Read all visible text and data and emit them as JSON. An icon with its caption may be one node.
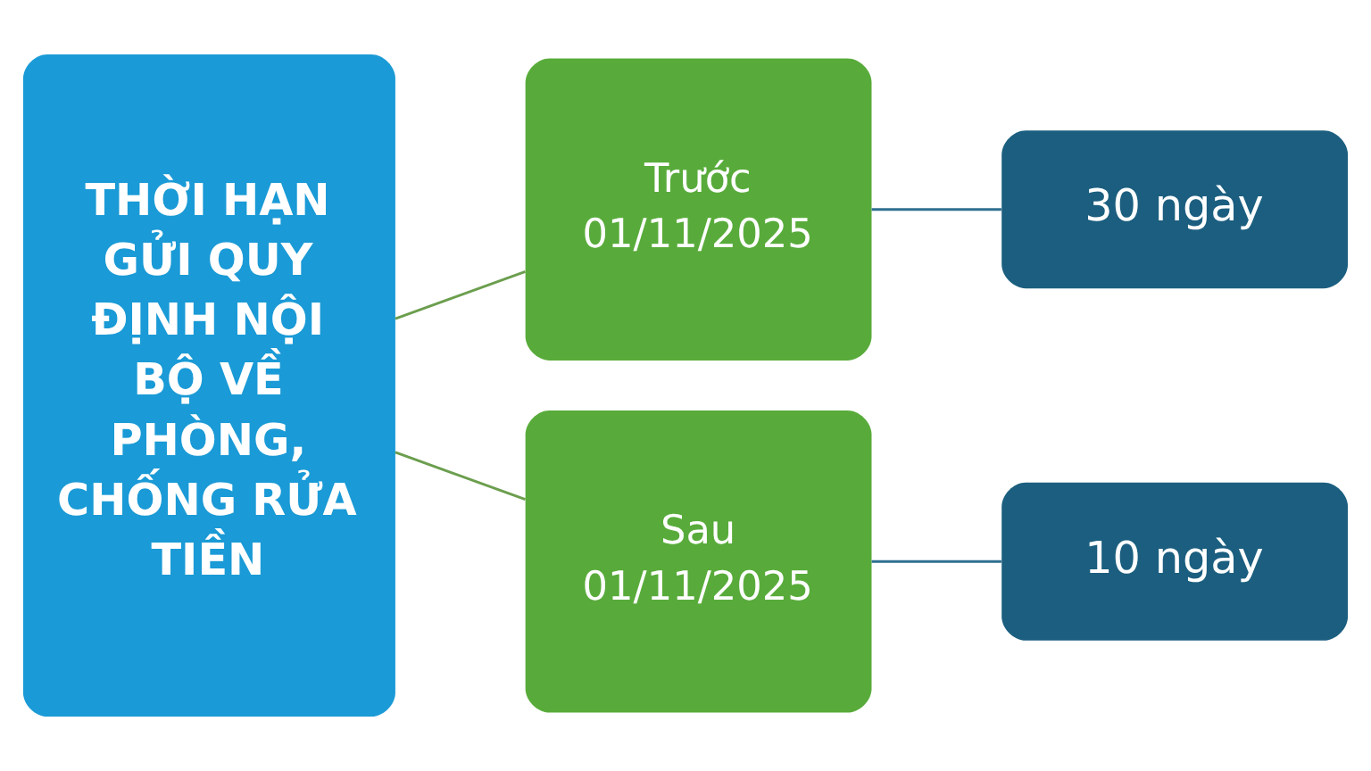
{
  "diagram": {
    "nodes": [
      {
        "text": [
          "THỜI HẠN GỬI QUY ĐỊNH NỘI BỘ VỀ PHÒNG, CHỐNG RỬA TIỀN"
        ]
      },
      {
        "text": [
          "Trước 01/11/2025"
        ]
      },
      {
        "text": [
          "Sau 01/11/2025"
        ]
      },
      {
        "text": [
          "30 ngày"
        ]
      },
      {
        "text": [
          "10 ngày"
        ]
      }
    ],
    "edges": [
      {
        "from": 0,
        "to": 1,
        "arrow": "none",
        "color": "#6b9e4e"
      },
      {
        "from": 0,
        "to": 2,
        "arrow": "none",
        "color": "#6b9e4e"
      },
      {
        "from": 1,
        "to": 3,
        "arrow": "none",
        "color": "#2f6f8f"
      },
      {
        "from": 2,
        "to": 4,
        "arrow": "none",
        "color": "#2f6f8f"
      }
    ]
  }
}
